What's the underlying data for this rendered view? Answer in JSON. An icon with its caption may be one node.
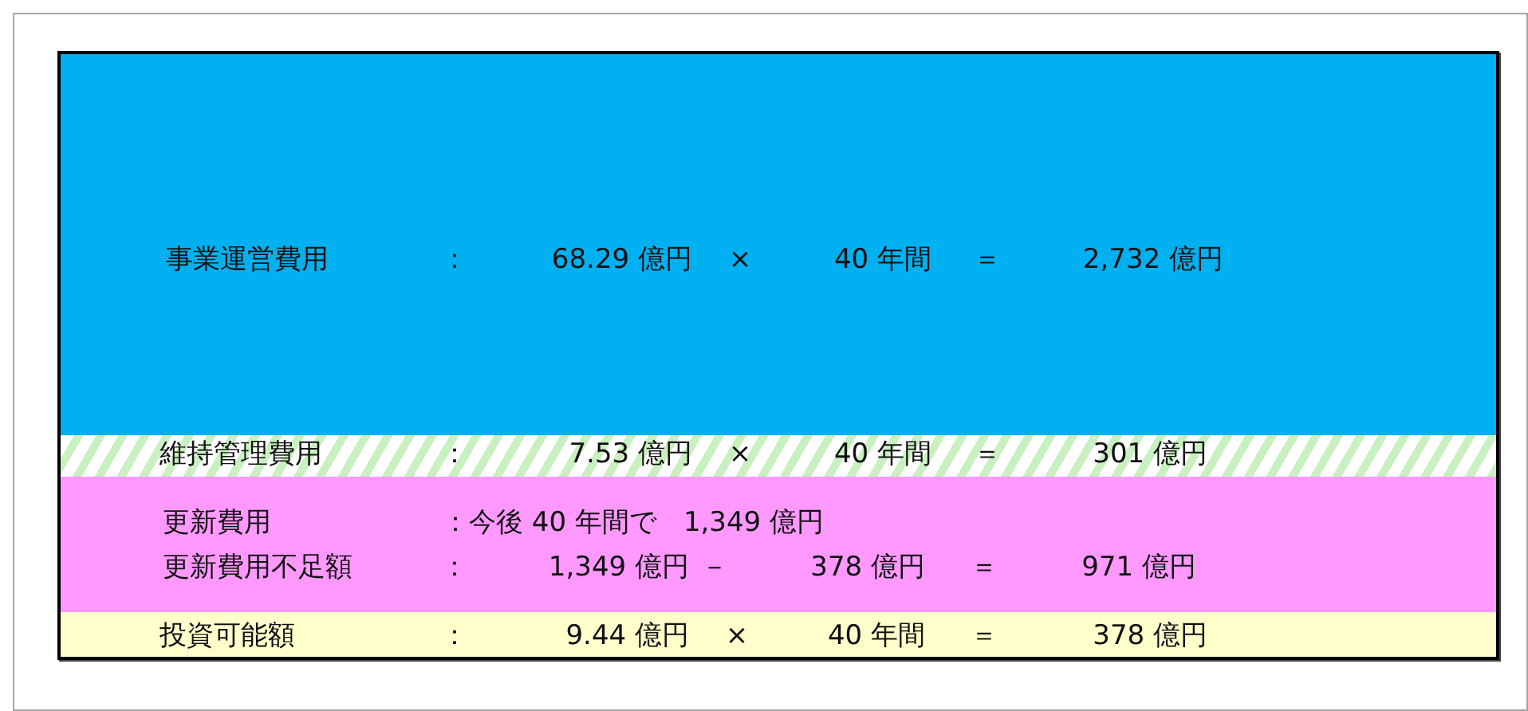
{
  "diagram": {
    "nodes": [
      {
        "text": [
          "事業運営費用",
          "：",
          "68.29 億円",
          "×",
          "40 年間",
          "＝",
          "2,732 億円"
        ]
      },
      {
        "text": [
          "維持管理費用",
          "：",
          "7.53 億円",
          "×",
          "40 年間",
          "＝",
          "301 億円"
        ]
      },
      {
        "text": [
          "更新費用",
          "：今後 40 年間で　1,349 億円",
          "更新費用不足額",
          "：",
          "1,349 億円",
          "－",
          "378 億円",
          "＝",
          "971 億円"
        ]
      },
      {
        "text": [
          "投資可能額",
          "：",
          "9.44 億円",
          "×",
          "40 年間",
          "＝",
          "378 億円"
        ]
      }
    ]
  }
}
